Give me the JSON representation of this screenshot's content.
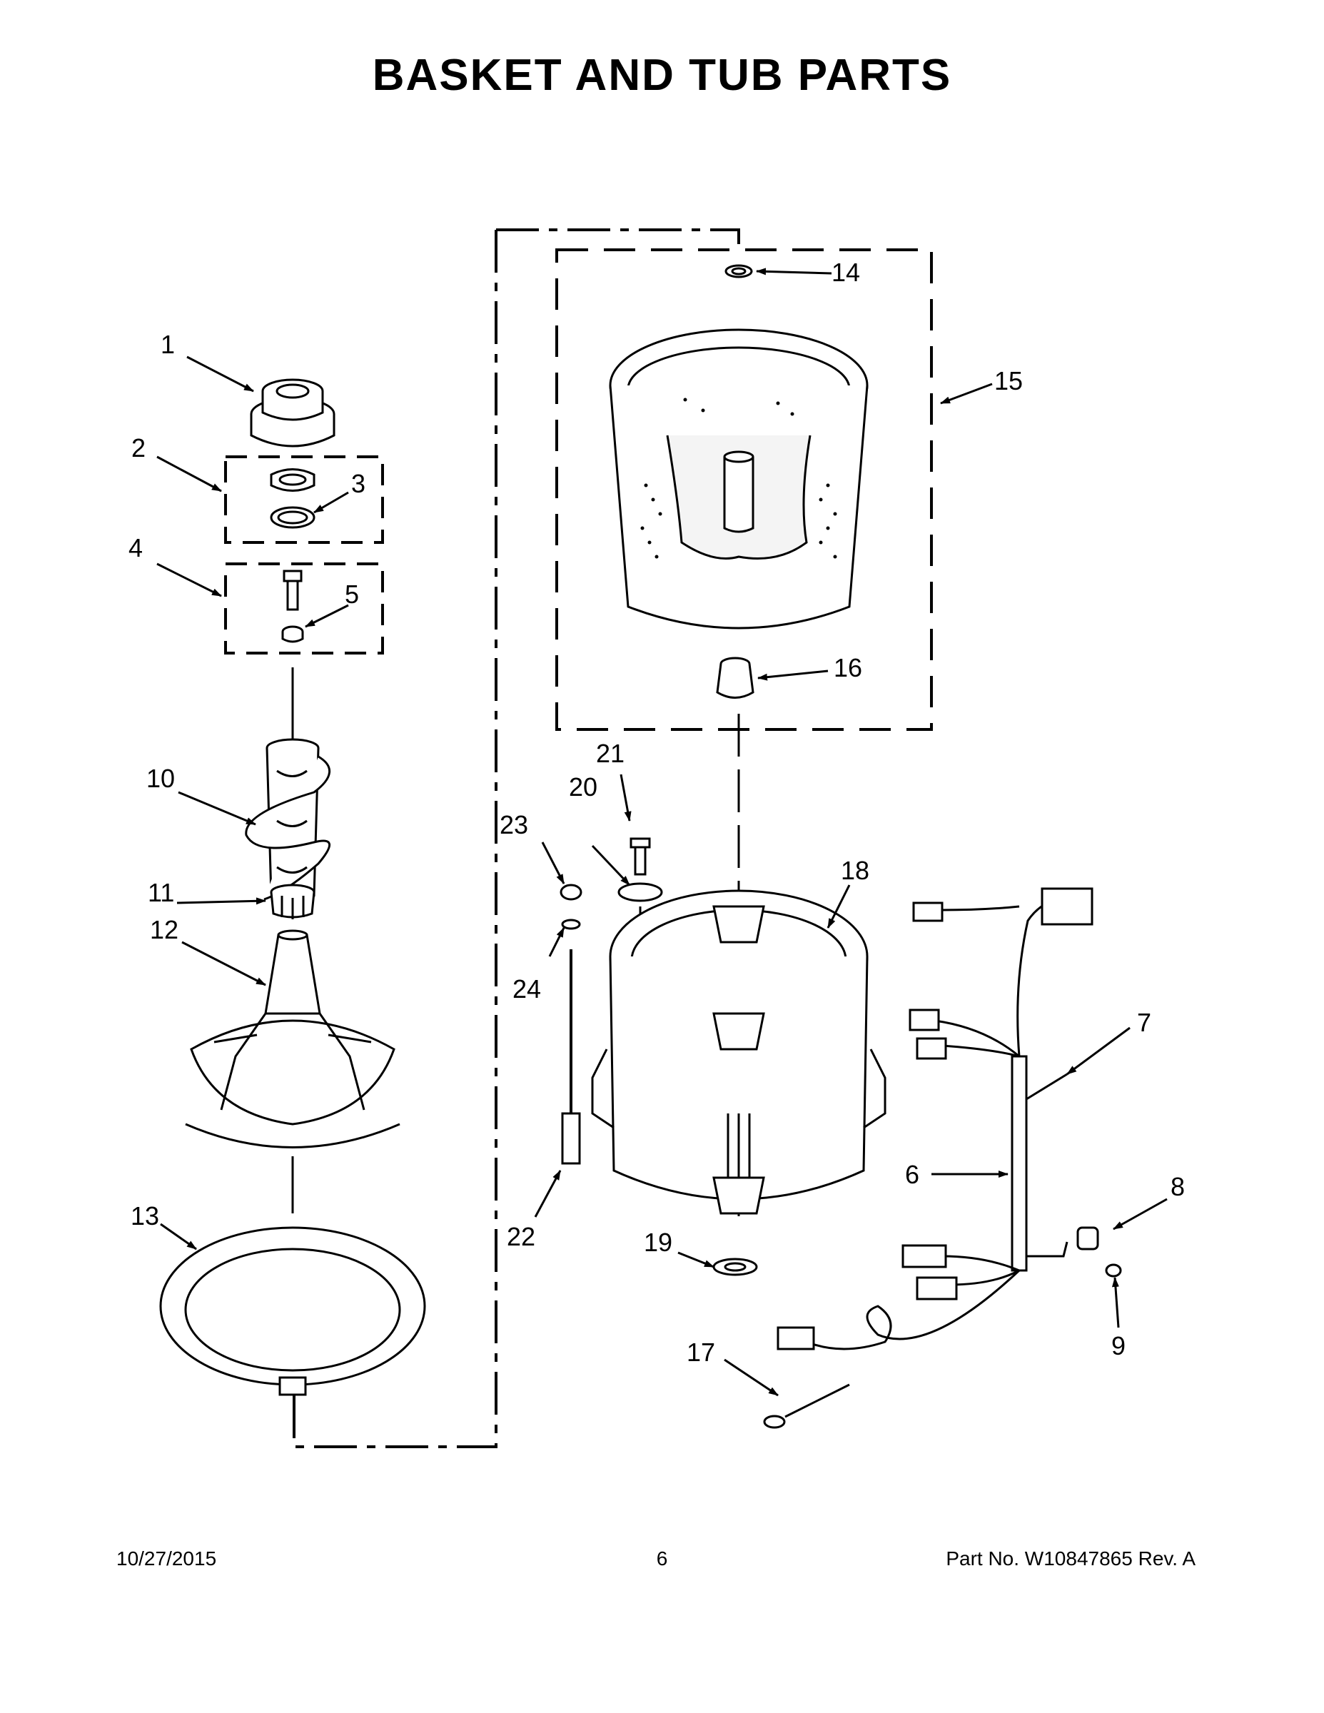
{
  "title": "BASKET AND TUB PARTS",
  "callouts": [
    "1",
    "2",
    "3",
    "4",
    "5",
    "6",
    "7",
    "8",
    "9",
    "10",
    "11",
    "12",
    "13",
    "14",
    "15",
    "16",
    "17",
    "18",
    "19",
    "20",
    "21",
    "22",
    "23",
    "24"
  ],
  "footer": {
    "date": "10/27/2015",
    "page": "6",
    "part_no": "Part No.  W10847865  Rev.  A"
  }
}
